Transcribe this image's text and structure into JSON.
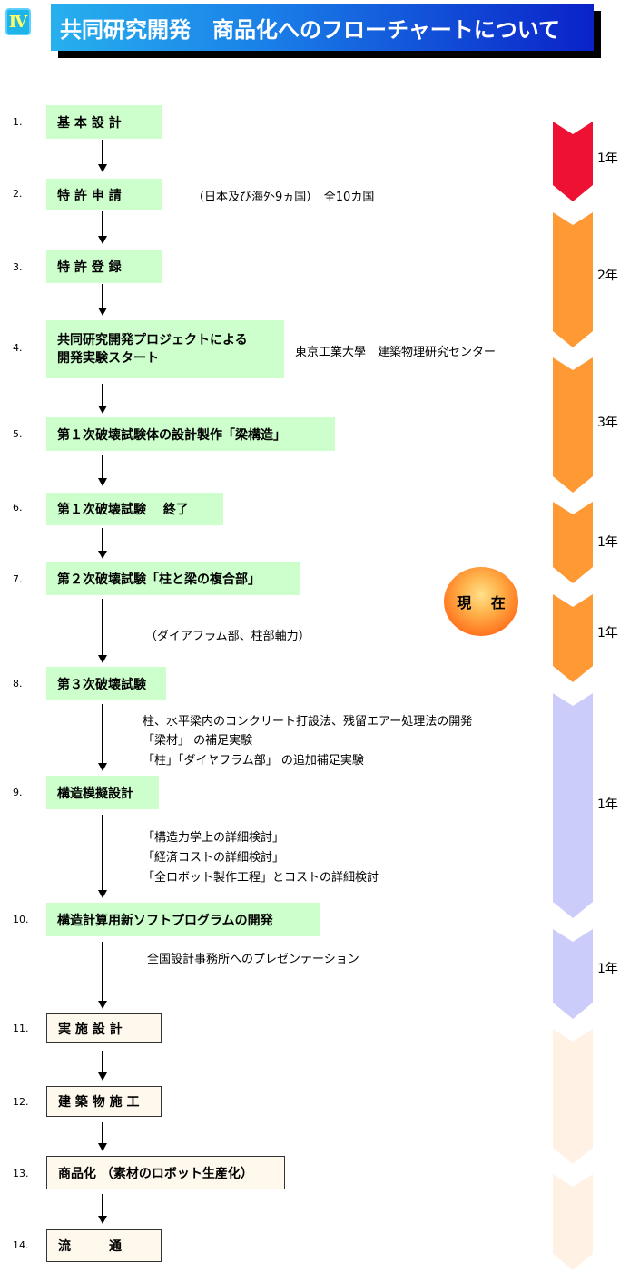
{
  "header": {
    "chapter": "Ⅳ",
    "title": "共同研究開発　商品化へのフローチャートについて"
  },
  "steps": [
    {
      "num": "1.",
      "label": "基 本 設 計"
    },
    {
      "num": "2.",
      "label": "特 許 申 請"
    },
    {
      "num": "3.",
      "label": "特 許 登 録"
    },
    {
      "num": "4.",
      "label_line1": "共同研究開発プロジェクトによる",
      "label_line2": "開発実験スタート"
    },
    {
      "num": "5.",
      "label": "第１次破壊試験体の設計製作「梁構造」"
    },
    {
      "num": "6.",
      "label": "第１次破壊試験　  終了"
    },
    {
      "num": "7.",
      "label": "第２次破壊試験「柱と梁の複合部」"
    },
    {
      "num": "8.",
      "label": "第３次破壊試験"
    },
    {
      "num": "9.",
      "label": "構造模擬設計"
    },
    {
      "num": "10.",
      "label": "構造計算用新ソフトプログラムの開発"
    },
    {
      "num": "11.",
      "label": "実 施 設 計"
    },
    {
      "num": "12.",
      "label": "建 築 物 施 工"
    },
    {
      "num": "13.",
      "label": "商品化 （素材のロボット生産化）"
    },
    {
      "num": "14.",
      "label": "流　　　通"
    }
  ],
  "notes": {
    "step2": "（日本及び海外9ヵ国）　全10カ国",
    "step4": "東京工業大學　建築物理研究センター",
    "step7": "（ダイアフラム部、柱部軸力）",
    "step8_line1": "柱、水平梁内のコンクリート打設法、残留エアー処理法の開発",
    "step8_line2": "「梁材」 の補足実験",
    "step8_line3": "「柱」「ダイヤフラム部」 の追加補足実験",
    "step9_line1": "「構造力学上の詳細検討」",
    "step9_line2": "「経済コストの詳細検討」",
    "step9_line3": "「全ロボット製作工程」とコストの詳細検討",
    "step10": "全国設計事務所へのプレゼンテーション"
  },
  "now_badge": "現 在",
  "timeline": {
    "colors": {
      "red": "#ee1133",
      "orange": "#ff9933",
      "lavender": "#ccccfa",
      "cream": "#fff2e4"
    },
    "segments": [
      {
        "duration": "1年",
        "color": "red"
      },
      {
        "duration": "2年",
        "color": "orange"
      },
      {
        "duration": "3年",
        "color": "orange"
      },
      {
        "duration": "1年",
        "color": "orange"
      },
      {
        "duration": "1年",
        "color": "orange"
      },
      {
        "duration": "1年",
        "color": "lavender"
      },
      {
        "duration": "1年",
        "color": "lavender"
      },
      {
        "duration": "",
        "color": "cream"
      },
      {
        "duration": "",
        "color": "cream"
      }
    ]
  }
}
